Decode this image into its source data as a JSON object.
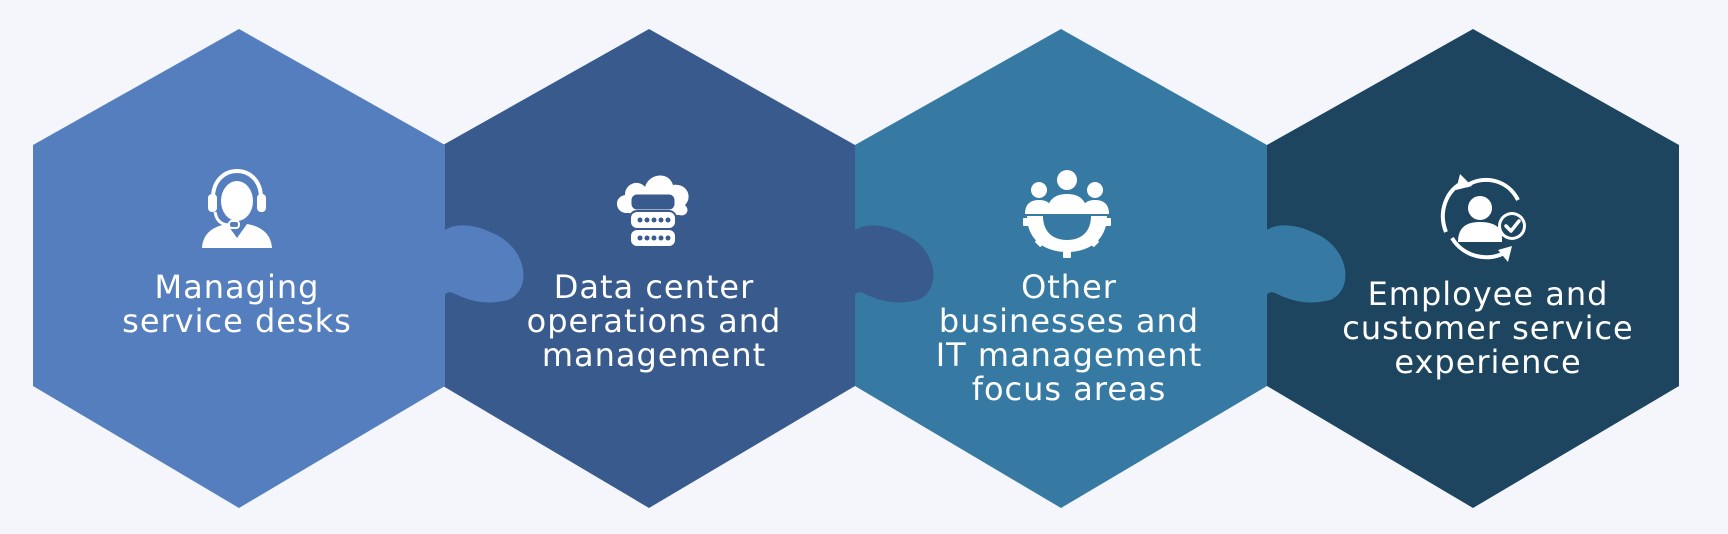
{
  "background_color": "#f4f6fb",
  "hexagons": [
    {
      "label": "Managing\nservice desks",
      "color": "#547ebe",
      "icon": "customer-support-headset-icon"
    },
    {
      "label": "Data center\noperations and\nmanagement",
      "color": "#385a8d",
      "icon": "cloud-database-server-icon"
    },
    {
      "label": "Other\nbusinesses and\nIT management\nfocus areas",
      "color": "#367aa4",
      "icon": "team-gear-icon"
    },
    {
      "label": "Employee and\ncustomer service\nexperience",
      "color": "#1d4560",
      "icon": "user-cycle-check-icon"
    }
  ]
}
